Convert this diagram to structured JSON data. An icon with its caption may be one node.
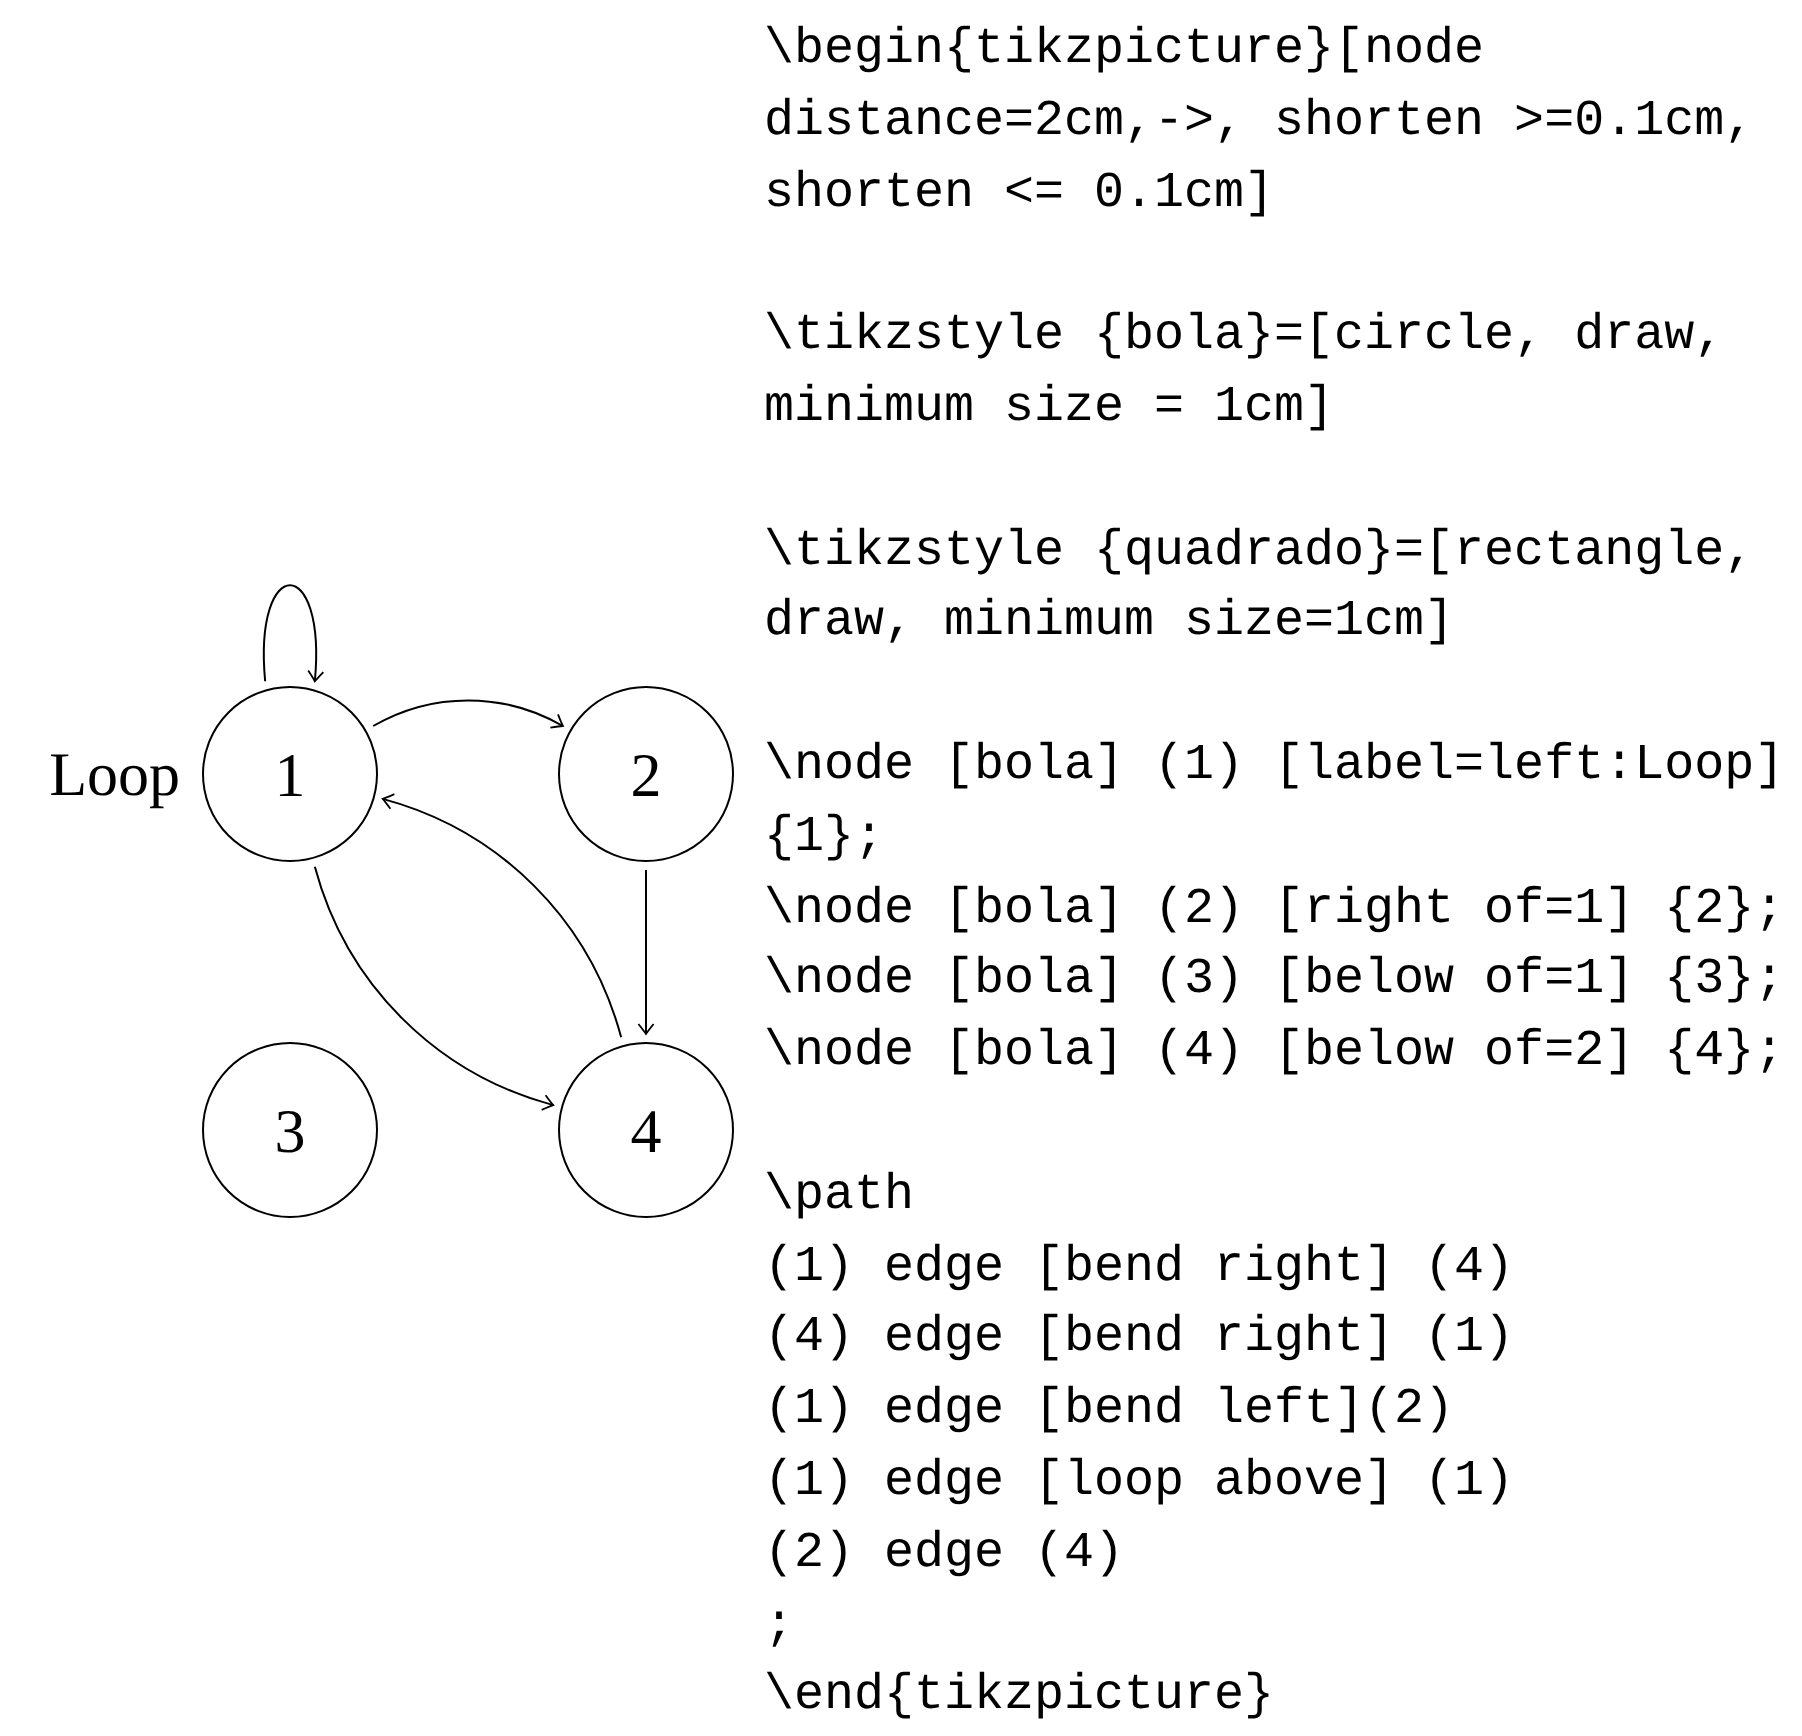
{
  "diagram": {
    "nodes": [
      {
        "text": [
          "1"
        ],
        "beside": [
          "Loop"
        ]
      },
      {
        "text": [
          "2"
        ]
      },
      {
        "text": [
          "3"
        ]
      },
      {
        "text": [
          "4"
        ]
      }
    ],
    "edges": [
      {
        "from": 0,
        "to": 3,
        "arrow": "to"
      },
      {
        "from": 3,
        "to": 0,
        "arrow": "to"
      },
      {
        "from": 0,
        "to": 1,
        "arrow": "to"
      },
      {
        "from": 0,
        "to": 0,
        "arrow": "to"
      },
      {
        "from": 1,
        "to": 3,
        "arrow": "to"
      }
    ],
    "labels": [
      "\\begin{tikzpicture}[node distance=2cm,->, shorten >=0.1cm, shorten <= 0.1cm]",
      "\\tikzstyle {bola}=[circle, draw, minimum size = 1cm]",
      "\\tikzstyle {quadrado}=[rectangle, draw, minimum size=1cm]",
      "\\node [bola] (1) [label=left:Loop] {1};",
      "\\node [bola] (2) [right of=1] {2};",
      "\\node [bola] (3) [below of=1] {3};",
      "\\node [bola] (4) [below of=2] {4};",
      "\\path",
      "(1) edge [bend right] (4)",
      "(4) edge [bend right] (1)",
      "(1) edge [bend left](2)",
      "(1) edge [loop above] (1)",
      "(2) edge (4)",
      ";",
      "\\end{tikzpicture}"
    ]
  }
}
